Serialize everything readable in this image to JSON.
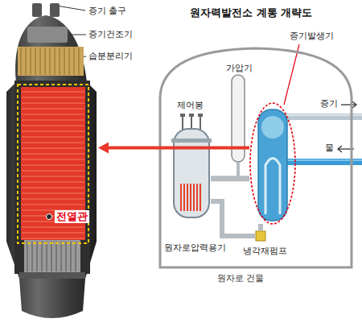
{
  "diagram": {
    "title": "원자력발전소 계통 개략도",
    "nodes": [
      {
        "text": [
          "전열관"
        ]
      },
      {
        "text": [
          "원자로 건물"
        ]
      },
      {
        "text": [
          "원자로압력용기"
        ],
        "in": 1
      },
      {
        "text": [
          "가압기"
        ],
        "in": 1
      },
      {
        "text": [
          "증기발생기"
        ],
        "in": 1
      },
      {
        "text": [
          "냉각재펌프"
        ],
        "in": 1
      }
    ],
    "edges": [
      {
        "from": 4,
        "to": 0,
        "arrow": "to"
      },
      {
        "from": 2,
        "to": 4,
        "arrow": "none"
      },
      {
        "from": 4,
        "to": 5,
        "arrow": "none"
      },
      {
        "from": 5,
        "to": 2,
        "arrow": "none"
      },
      {
        "from": 3,
        "to": 2,
        "arrow": "none"
      }
    ],
    "labels": [
      "증기 출구",
      "증기건조기",
      "습분분리기",
      "제어봉",
      "증기",
      "물"
    ]
  }
}
